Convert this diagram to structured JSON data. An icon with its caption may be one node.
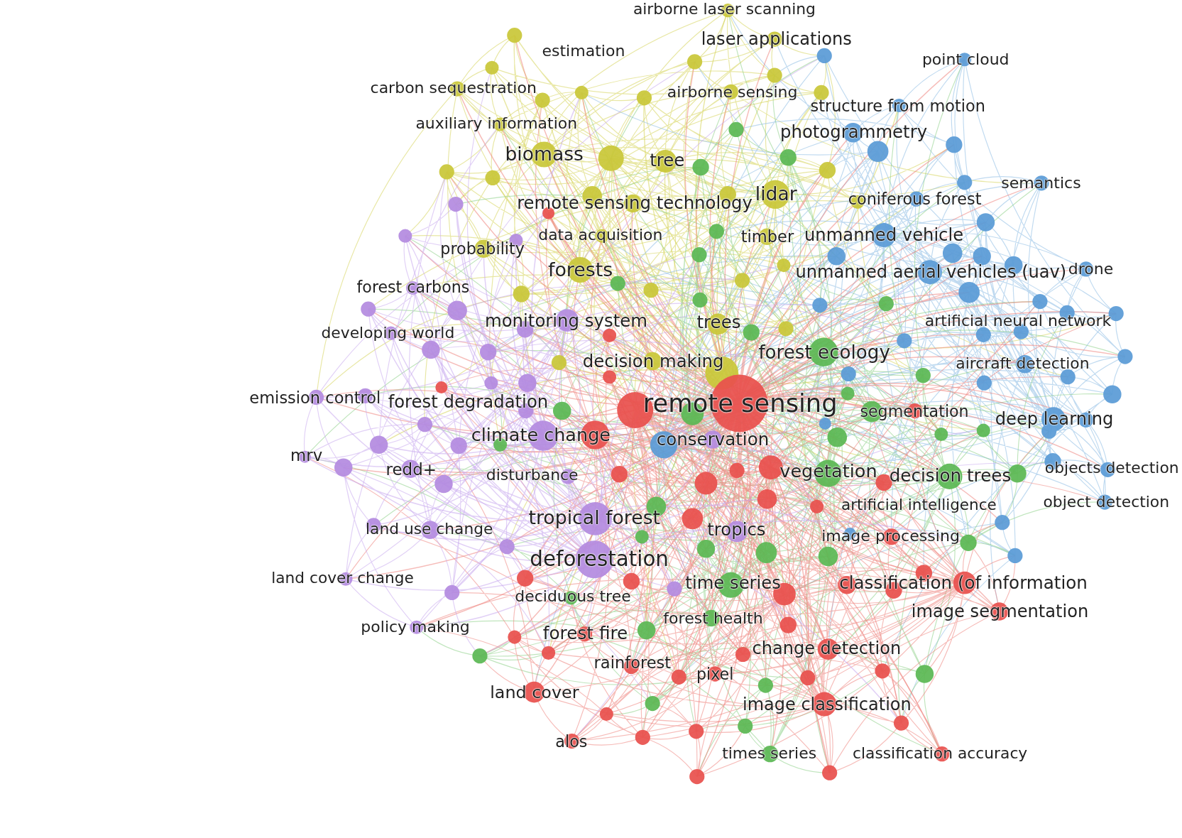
{
  "diagram": {
    "labels": [
      "airborne laser scanning",
      "laser applications",
      "estimation",
      "point cloud",
      "carbon sequestration",
      "airborne sensing",
      "structure from motion",
      "auxiliary information",
      "photogrammetry",
      "biomass",
      "tree",
      "semantics",
      "remote sensing technology",
      "lidar",
      "coniferous forest",
      "data acquisition",
      "timber",
      "unmanned vehicle",
      "probability",
      "forests",
      "unmanned aerial vehicles (uav)",
      "drone",
      "forest carbons",
      "monitoring system",
      "trees",
      "developing world",
      "artificial neural network",
      "forest ecology",
      "decision making",
      "aircraft detection",
      "remote sensing",
      "emission control",
      "forest degradation",
      "segmentation",
      "deep learning",
      "climate change",
      "conservation",
      "mrv",
      "redd+",
      "disturbance",
      "vegetation",
      "decision trees",
      "objects detection",
      "artificial intelligence",
      "object detection",
      "tropical forest",
      "land use change",
      "tropics",
      "image processing",
      "deforestation",
      "land cover change",
      "time series",
      "classification (of information",
      "deciduous tree",
      "image segmentation",
      "policy making",
      "forest health",
      "forest fire",
      "change detection",
      "rainforest",
      "pixel",
      "land cover",
      "image classification",
      "alos",
      "times series",
      "classification accuracy"
    ]
  }
}
